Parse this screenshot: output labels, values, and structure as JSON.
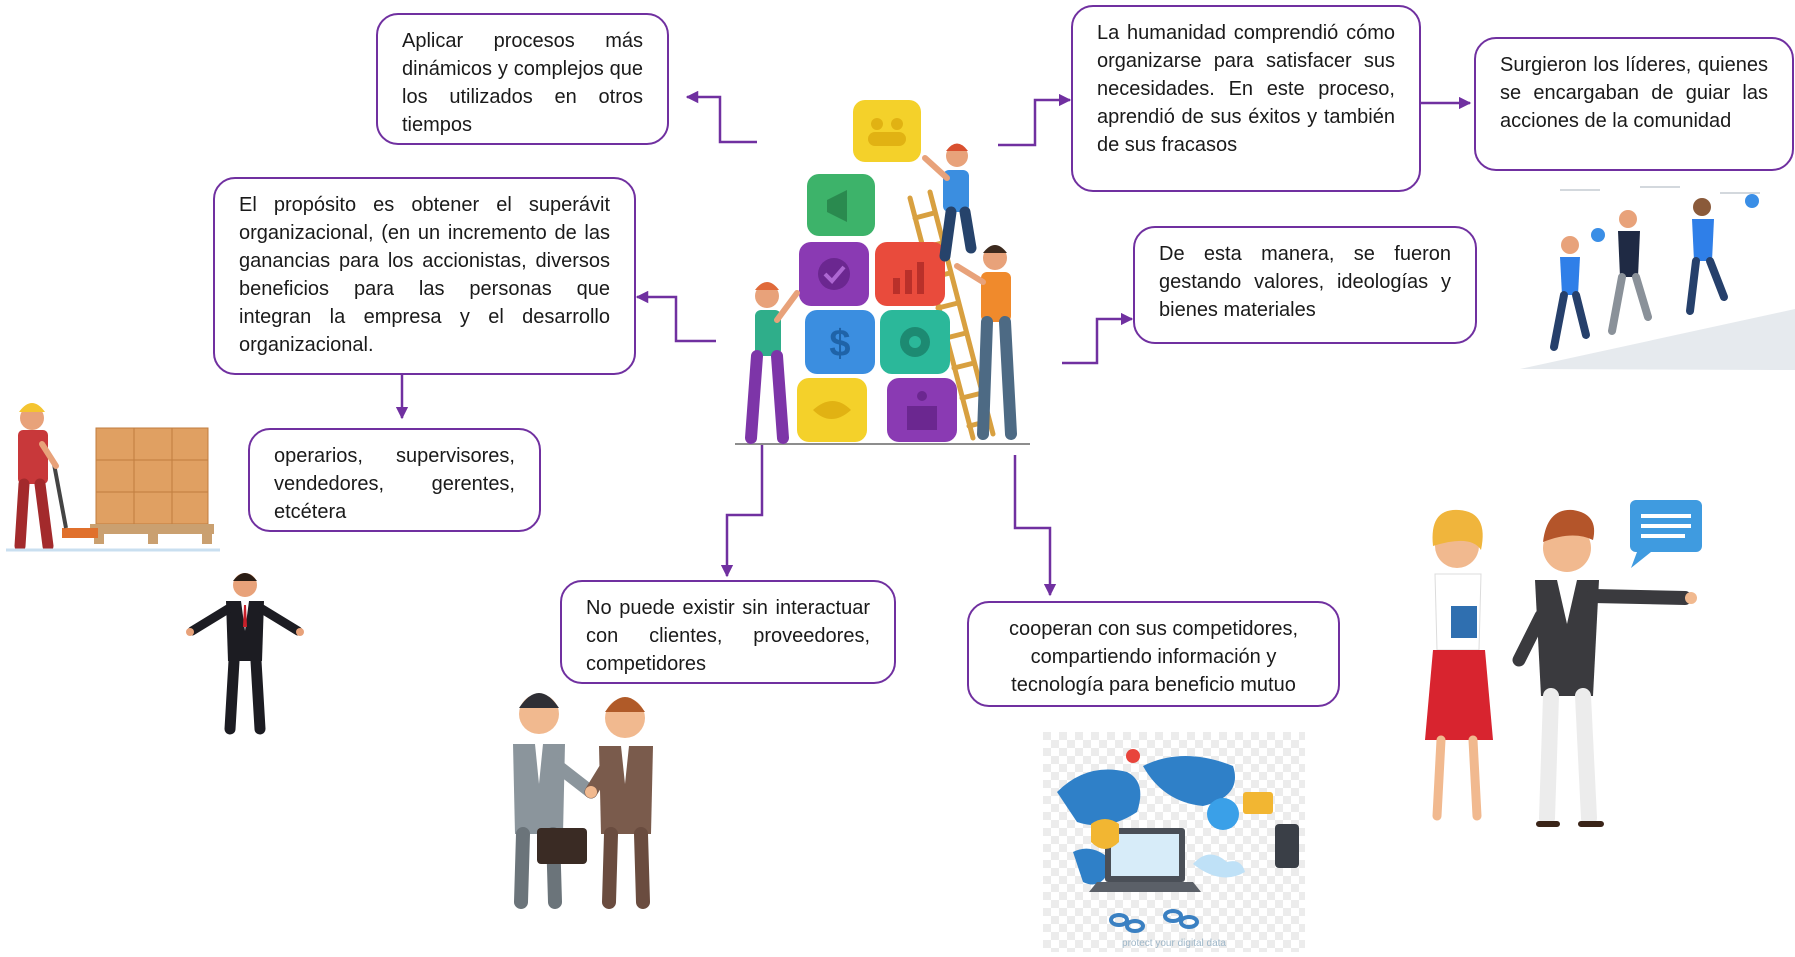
{
  "diagram": {
    "accent_color": "#7030a0",
    "nodes": {
      "top_left": "Aplicar procesos más dinámicos y complejos que los utilizados en otros tiempos",
      "left_middle": "El propósito es obtener el superávit organizacional, (en un incremento de las ganancias para los accionistas, diversos beneficios para las personas que integran la empresa y el desarrollo organizacional.",
      "left_sub": "operarios, supervisores, vendedores, gerentes, etcétera",
      "bottom_left": "No puede existir sin interactuar con clientes, proveedores, competidores",
      "bottom_right": "cooperan con sus competidores, compartiendo información y tecnología para beneficio mutuo",
      "top_right": "La humanidad comprendió cómo organizarse para satisfacer sus necesidades. En este proceso, aprendió de sus éxitos y también de sus fracasos",
      "far_right": "Surgieron los líderes, quienes se encargaban de guiar las acciones de la comunidad",
      "right_middle": "De esta manera, se fueron gestando valores, ideologías y bienes materiales"
    },
    "illustrations": [
      "teamwork-blocks-illustration",
      "worker-pallet-illustration",
      "businessman-illustration",
      "handshake-illustration",
      "digital-network-illustration",
      "climbing-team-illustration",
      "business-couple-illustration"
    ],
    "watermark_text": "protect your digital data"
  }
}
